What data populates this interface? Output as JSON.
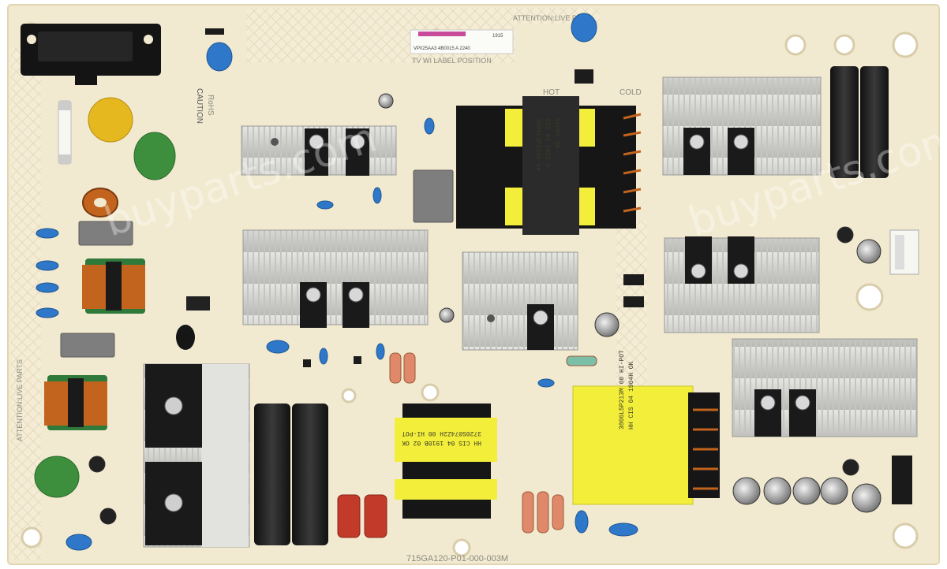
{
  "image": {
    "subject": "LCD TV power supply circuit board",
    "board_color": "#f2ead0"
  },
  "silkscreen": {
    "model_id": "715GA120-P01-000-003M",
    "hot_label": "HOT",
    "cold_label": "COLD",
    "attention_top": "ATTENTION:LIVE PA",
    "attention_left": "ATTENTION:LIVE PARTS",
    "label_position": "TV WI LABEL POSITION",
    "rohs": "RoHS",
    "caution_title": "CAUTION"
  },
  "sticker": {
    "line1": "VP025AA3    4B0015    A    2240",
    "top_right": "1915"
  },
  "transformers": {
    "main_lines": [
      "3806L5P2446 HH",
      "CIS 04 1912 G",
      "HIPOT OK"
    ],
    "yellow_right_lines": [
      "3806L5P213M 00 HI-POT",
      "HH  CIS 04  1904H  OK"
    ],
    "small_lines": [
      "3720S074Z2H  00  HI-POT",
      "HH  CIS 04  1910B 02  OK"
    ]
  },
  "watermark": {
    "text": "buyparts.com",
    "text2": "buyparts.com"
  },
  "colors": {
    "heatsink": "#d8d8d4",
    "heatsink_fin": "#a9a9a5",
    "transformer_yellow": "#f2ee3a",
    "cap_black": "#1c1c1c",
    "cap_blue": "#2f78c9",
    "thermistor_green": "#3d8f3d",
    "copper": "#c2641e",
    "red_cap": "#c23a2a"
  }
}
